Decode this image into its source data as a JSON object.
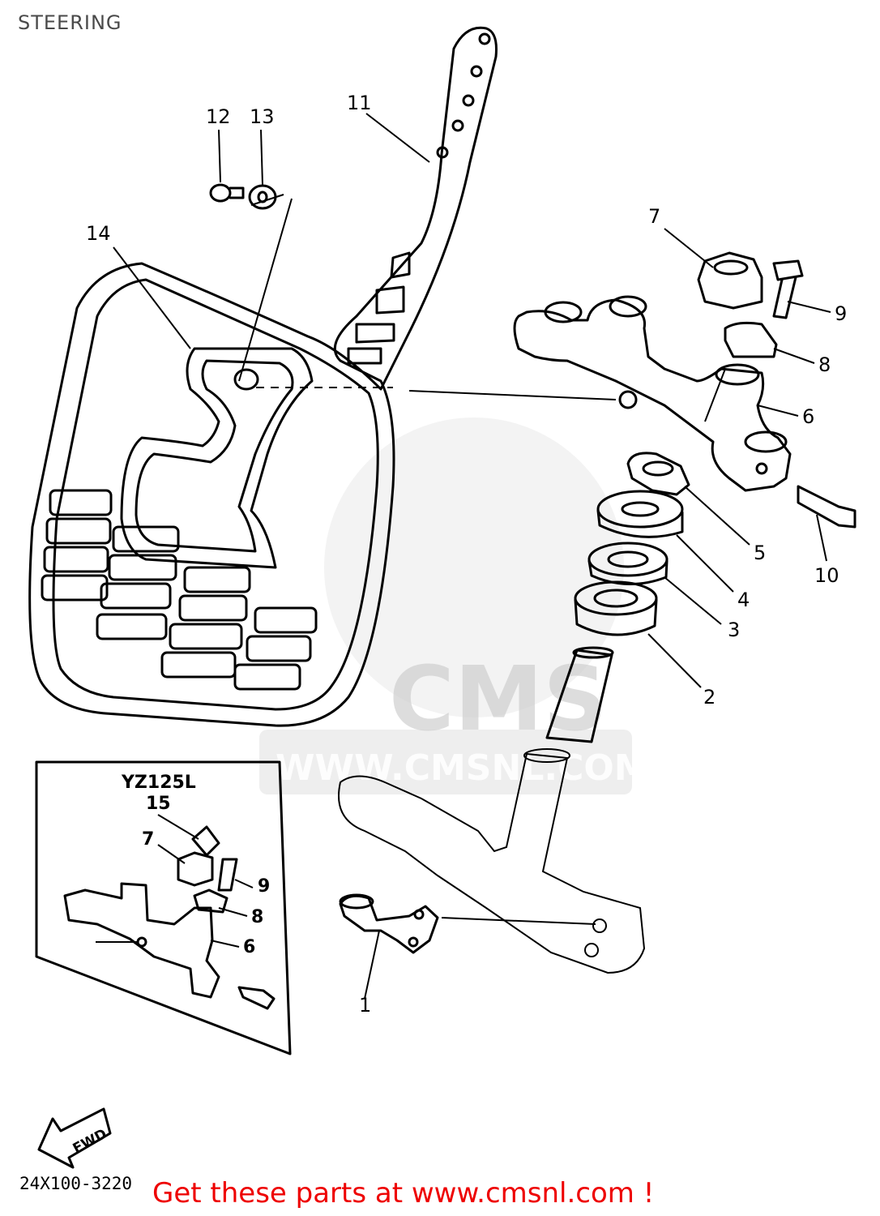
{
  "header": {
    "title": "STEERING"
  },
  "diagram": {
    "callouts": [
      "1",
      "2",
      "3",
      "4",
      "5",
      "6",
      "7",
      "8",
      "9",
      "10",
      "11",
      "12",
      "13",
      "14"
    ],
    "inset": {
      "title": "YZ125L",
      "callouts": [
        "15",
        "7",
        "9",
        "8",
        "6"
      ]
    },
    "fwd_label": "FWD",
    "watermark": {
      "logo_text": "CMS",
      "url_text": "WWW.CMSNL.COM"
    }
  },
  "footer": {
    "part_code": "24X100-3220",
    "cta": "Get these parts at www.cmsnl.com !",
    "cta_color": "#ee0000"
  }
}
